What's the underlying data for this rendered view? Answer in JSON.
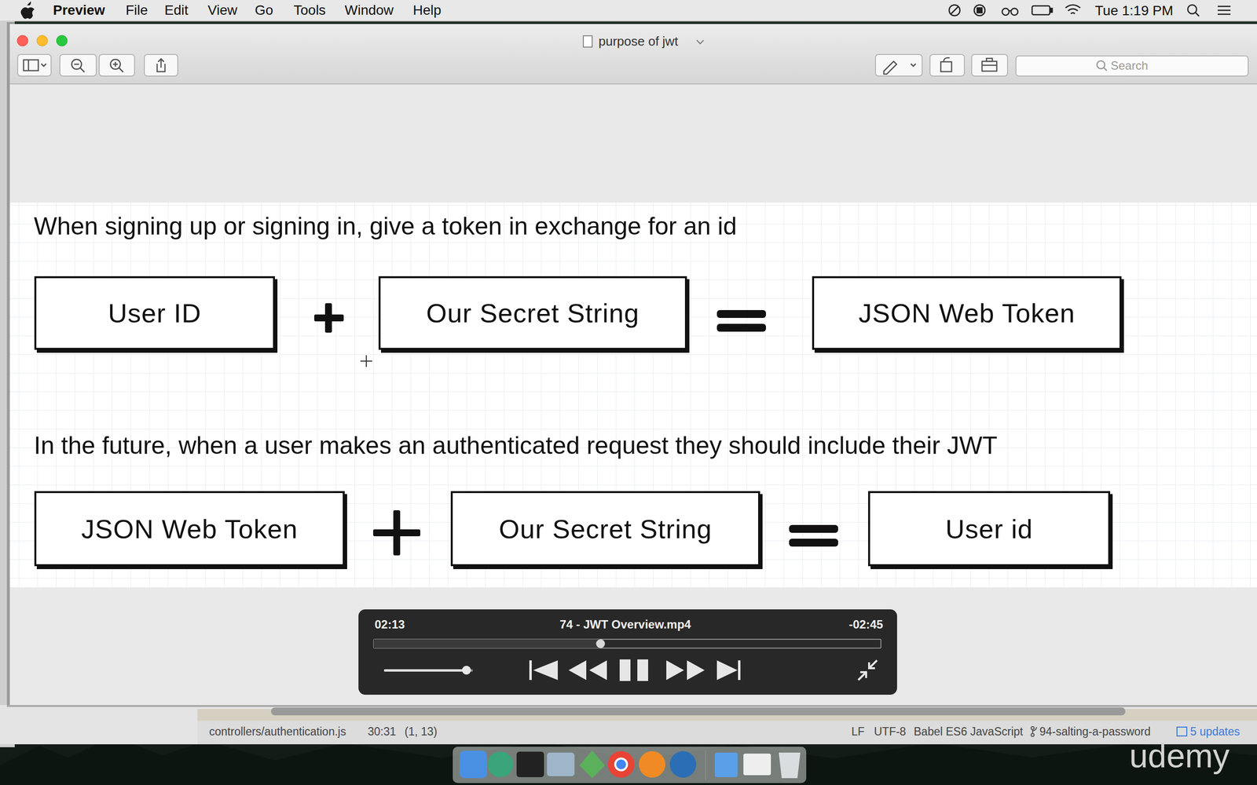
{
  "diagram": {
    "nodes": [
      {
        "text": [
          "User ID"
        ]
      },
      {
        "text": [
          "Our Secret String"
        ]
      },
      {
        "text": [
          "JSON Web Token"
        ]
      },
      {
        "text": [
          "JSON Web Token"
        ]
      },
      {
        "text": [
          "Our Secret String"
        ]
      },
      {
        "text": [
          "User id"
        ]
      }
    ],
    "labels": [
      "Preview",
      "File",
      "Edit",
      "View",
      "Go",
      "Tools",
      "Window",
      "Help",
      "Tue 1:19 PM",
      "purpose of jwt",
      "Search",
      "When signing up or signing in, give a token in exchange for an id",
      "In the future, when a user makes an authenticated request they should include their JWT",
      "02:13",
      "74 - JWT Overview.mp4",
      "-02:45",
      "controllers/authentication.js",
      "30:31",
      "(1, 13)",
      "LF",
      "UTF-8",
      "Babel ES6 JavaScript",
      "94-salting-a-password",
      "5 updates",
      "udemy"
    ]
  }
}
